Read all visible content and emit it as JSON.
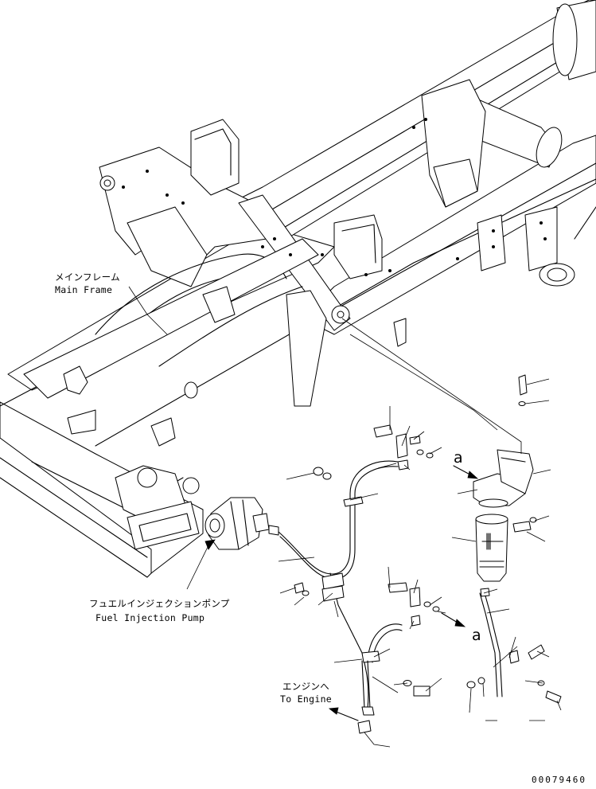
{
  "labels": {
    "main_frame_ja": "メインフレーム",
    "main_frame_en": "Main Frame",
    "fuel_pump_ja": "フュエルインジェクションポンプ",
    "fuel_pump_en": "Fuel Injection Pump",
    "to_engine_ja": "エンジンへ",
    "to_engine_en": "To Engine",
    "ref_a_top": "a",
    "ref_a_bottom": "a"
  },
  "drawing_number": "00079460",
  "colors": {
    "line": "#000000",
    "background": "#ffffff"
  }
}
